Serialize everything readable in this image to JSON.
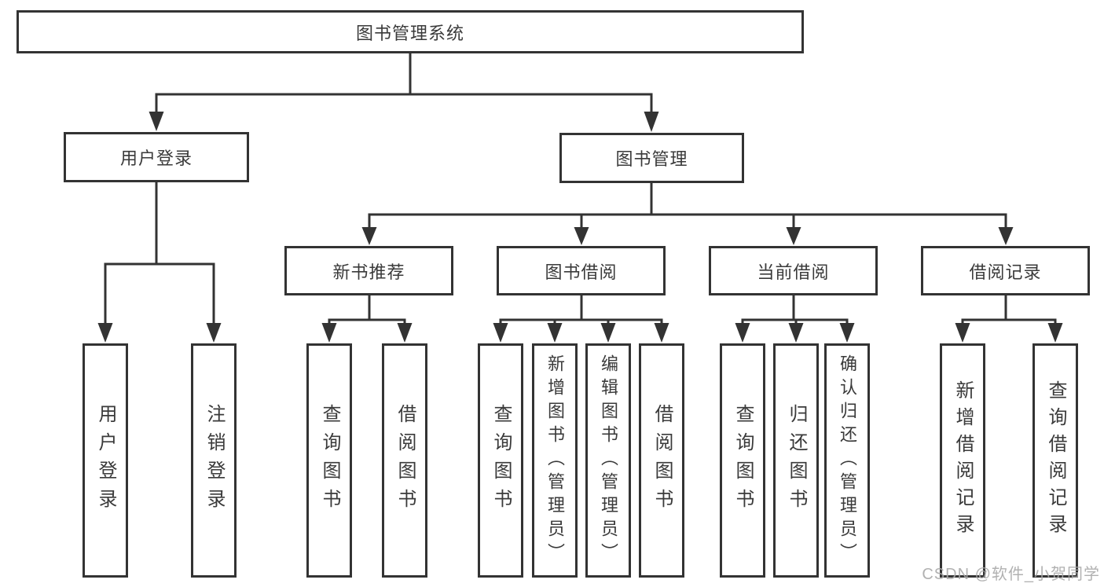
{
  "tree": {
    "label": "图书管理系统",
    "children": [
      {
        "label": "用户登录",
        "children": [
          {
            "label": "用户登录"
          },
          {
            "label": "注销登录"
          }
        ]
      },
      {
        "label": "图书管理",
        "children": [
          {
            "label": "新书推荐",
            "children": [
              {
                "label": "查询图书"
              },
              {
                "label": "借阅图书"
              }
            ]
          },
          {
            "label": "图书借阅",
            "children": [
              {
                "label": "查询图书"
              },
              {
                "label": "新增图书（管理员）"
              },
              {
                "label": "编辑图书（管理员）"
              },
              {
                "label": "借阅图书"
              }
            ]
          },
          {
            "label": "当前借阅",
            "children": [
              {
                "label": "查询图书"
              },
              {
                "label": "归还图书"
              },
              {
                "label": "确认归还（管理员）"
              }
            ]
          },
          {
            "label": "借阅记录",
            "children": [
              {
                "label": "新增借阅记录"
              },
              {
                "label": "查询借阅记录"
              }
            ]
          }
        ]
      }
    ]
  },
  "watermark": {
    "text": "CSDN @软件_小贺同学"
  },
  "colors": {
    "line": "#333333",
    "text": "#3a3a3a",
    "box_fill": "#ffffff",
    "background": "#ffffff",
    "watermark": "#a8a8a8"
  }
}
